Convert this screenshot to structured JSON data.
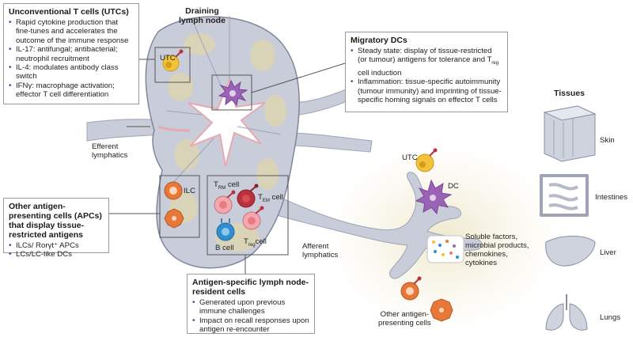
{
  "lymph_node": {
    "title": "Draining\nlymph node",
    "efferent_label": "Efferent\nlymphatics",
    "afferent_label": "Afferent\nlymphatics"
  },
  "utc_box": {
    "title": "Unconventional T cells (UTCs)",
    "items": [
      "Rapid cytokine production that fine-tunes and accelerates the outcome of the immune response",
      "IL-17: antifungal; antibacterial; neutrophil recruitment",
      "IL-4: modulates antibody class switch",
      "IFNγ: macrophage activation; effector T cell differentiation"
    ]
  },
  "dc_box": {
    "title": "Migratory DCs",
    "items": [
      "Steady state: display of tissue-restricted (or tumour) antigens for tolerance and T_reg cell induction",
      "Inflammation: tissue-specific autoimmunity (tumour immunity) and imprinting of tissue-specific homing signals on effector T cells"
    ]
  },
  "apc_box": {
    "title": "Other antigen-presenting cells (APCs) that display tissue-restricted antigens",
    "items": [
      "ILCs/ Rorγt⁺ APCs",
      "LCs/LC-like DCs"
    ]
  },
  "resident_box": {
    "title": "Antigen-specific lymph node-resident cells",
    "items": [
      "Generated upon previous immune challenges",
      "Impact on recall responses upon antigen re-encounter"
    ]
  },
  "cell_labels": {
    "utc_node": "UTC",
    "ilc": "ILC",
    "trm_main": "T",
    "trm_sub": "RM",
    "trm_tail": " cell",
    "tem_main": "T",
    "tem_sub": "EM",
    "tem_tail": " cell",
    "treg_main": "T",
    "treg_sub": "reg",
    "treg_tail": "cell",
    "bcell": "B cell",
    "utc_tissue": "UTC",
    "dc_tissue": "DC",
    "soluble": "Soluble factors,\nmicrobial products,\nchemokines,\ncytokines",
    "other_apc": "Other antigen-\npresenting cells"
  },
  "tissues": {
    "title": "Tissues",
    "items": [
      "Skin",
      "Intestines",
      "Liver",
      "Lungs"
    ]
  },
  "colors": {
    "node_fill": "#c9cdd9",
    "node_dark": "#7f869c",
    "follicle": "#d9d3b8",
    "tissue_glow": "#ece6c8",
    "utc": "#f2c23a",
    "dc": "#9b63b5",
    "ilc": "#e8783a",
    "trm": "#e87a86",
    "tem": "#b8323e",
    "treg": "#2f8fd0"
  },
  "icons": [
    "utc-cell-icon",
    "dc-cell-icon",
    "ilc-cell-icon",
    "t-cell-icon",
    "b-cell-icon",
    "skin-icon",
    "intestines-icon",
    "liver-icon",
    "lungs-icon"
  ]
}
